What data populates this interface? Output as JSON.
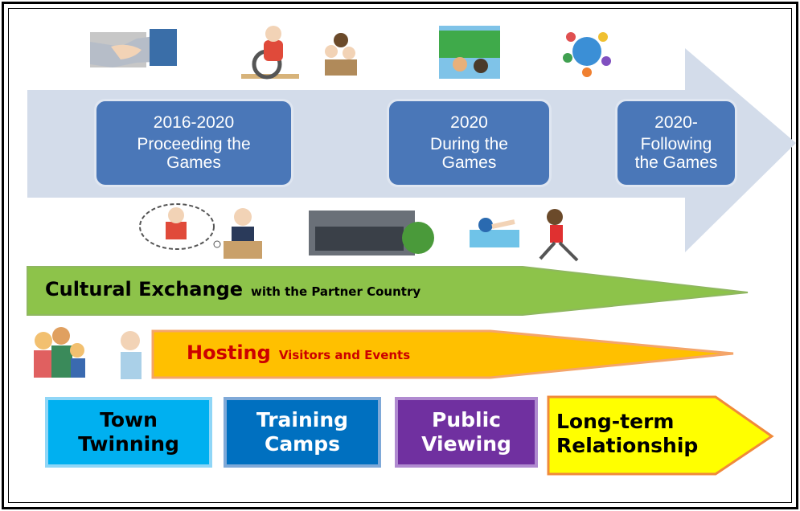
{
  "timeline": {
    "phases": [
      {
        "year": "2016-2020",
        "label": "Proceeding the Games"
      },
      {
        "year": "2020",
        "label": "During the Games"
      },
      {
        "year": "2020-",
        "label": "Following the Games"
      }
    ]
  },
  "bands": {
    "cultural": {
      "main": "Cultural Exchange",
      "sub": "with the Partner Country"
    },
    "hosting": {
      "main": "Hosting",
      "sub": "Visitors and Events"
    }
  },
  "tiles": [
    {
      "line1": "Town",
      "line2": "Twinning"
    },
    {
      "line1": "Training",
      "line2": "Camps"
    },
    {
      "line1": "Public",
      "line2": "Viewing"
    },
    {
      "line1": "Long-term",
      "line2": "Relationship"
    }
  ],
  "illustrations": [
    "handshake-icon",
    "wheelchair-athlete-icon",
    "children-group-icon",
    "stadium-viewing-icon",
    "globe-children-icon",
    "thought-bubble-child-icon",
    "speaker-icon",
    "gymnasium-icon",
    "swimmer-icon",
    "runner-icon",
    "family-icon",
    "man-icon"
  ],
  "colors": {
    "timeline_arrow": "#d3dcea",
    "phase_box": "#4a77b8",
    "cultural_band": "#8dc34a",
    "hosting_band": "#ffc000",
    "town_twinning": "#00b0f0",
    "training_camps": "#0070c0",
    "public_viewing": "#7030a0",
    "long_term": "#ffff00"
  }
}
